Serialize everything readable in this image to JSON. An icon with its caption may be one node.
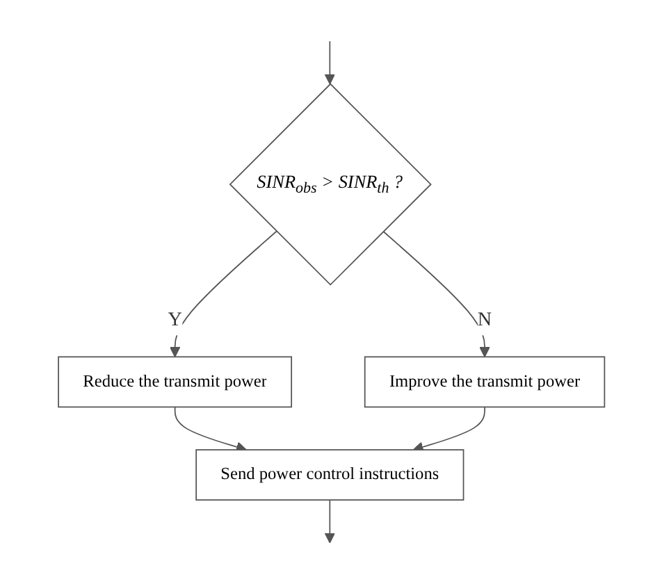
{
  "diagram": {
    "nodes": [
      {
        "text": [
          "SINR$_{obs}$ > SINR$_{th}$ ?"
        ]
      },
      {
        "text": [
          "Reduce the transmit power"
        ]
      },
      {
        "text": [
          "Improve the transmit power"
        ]
      },
      {
        "text": [
          "Send power control instructions"
        ]
      }
    ],
    "edges": [
      {
        "from": null,
        "to": 0,
        "arrow": "to"
      },
      {
        "from": 0,
        "to": 1,
        "label": "Y",
        "arrow": "to"
      },
      {
        "from": 0,
        "to": 2,
        "label": "N",
        "arrow": "to"
      },
      {
        "from": 1,
        "to": 3,
        "arrow": "to"
      },
      {
        "from": 2,
        "to": 3,
        "arrow": "to"
      },
      {
        "from": 3,
        "to": null,
        "arrow": "to"
      }
    ]
  }
}
